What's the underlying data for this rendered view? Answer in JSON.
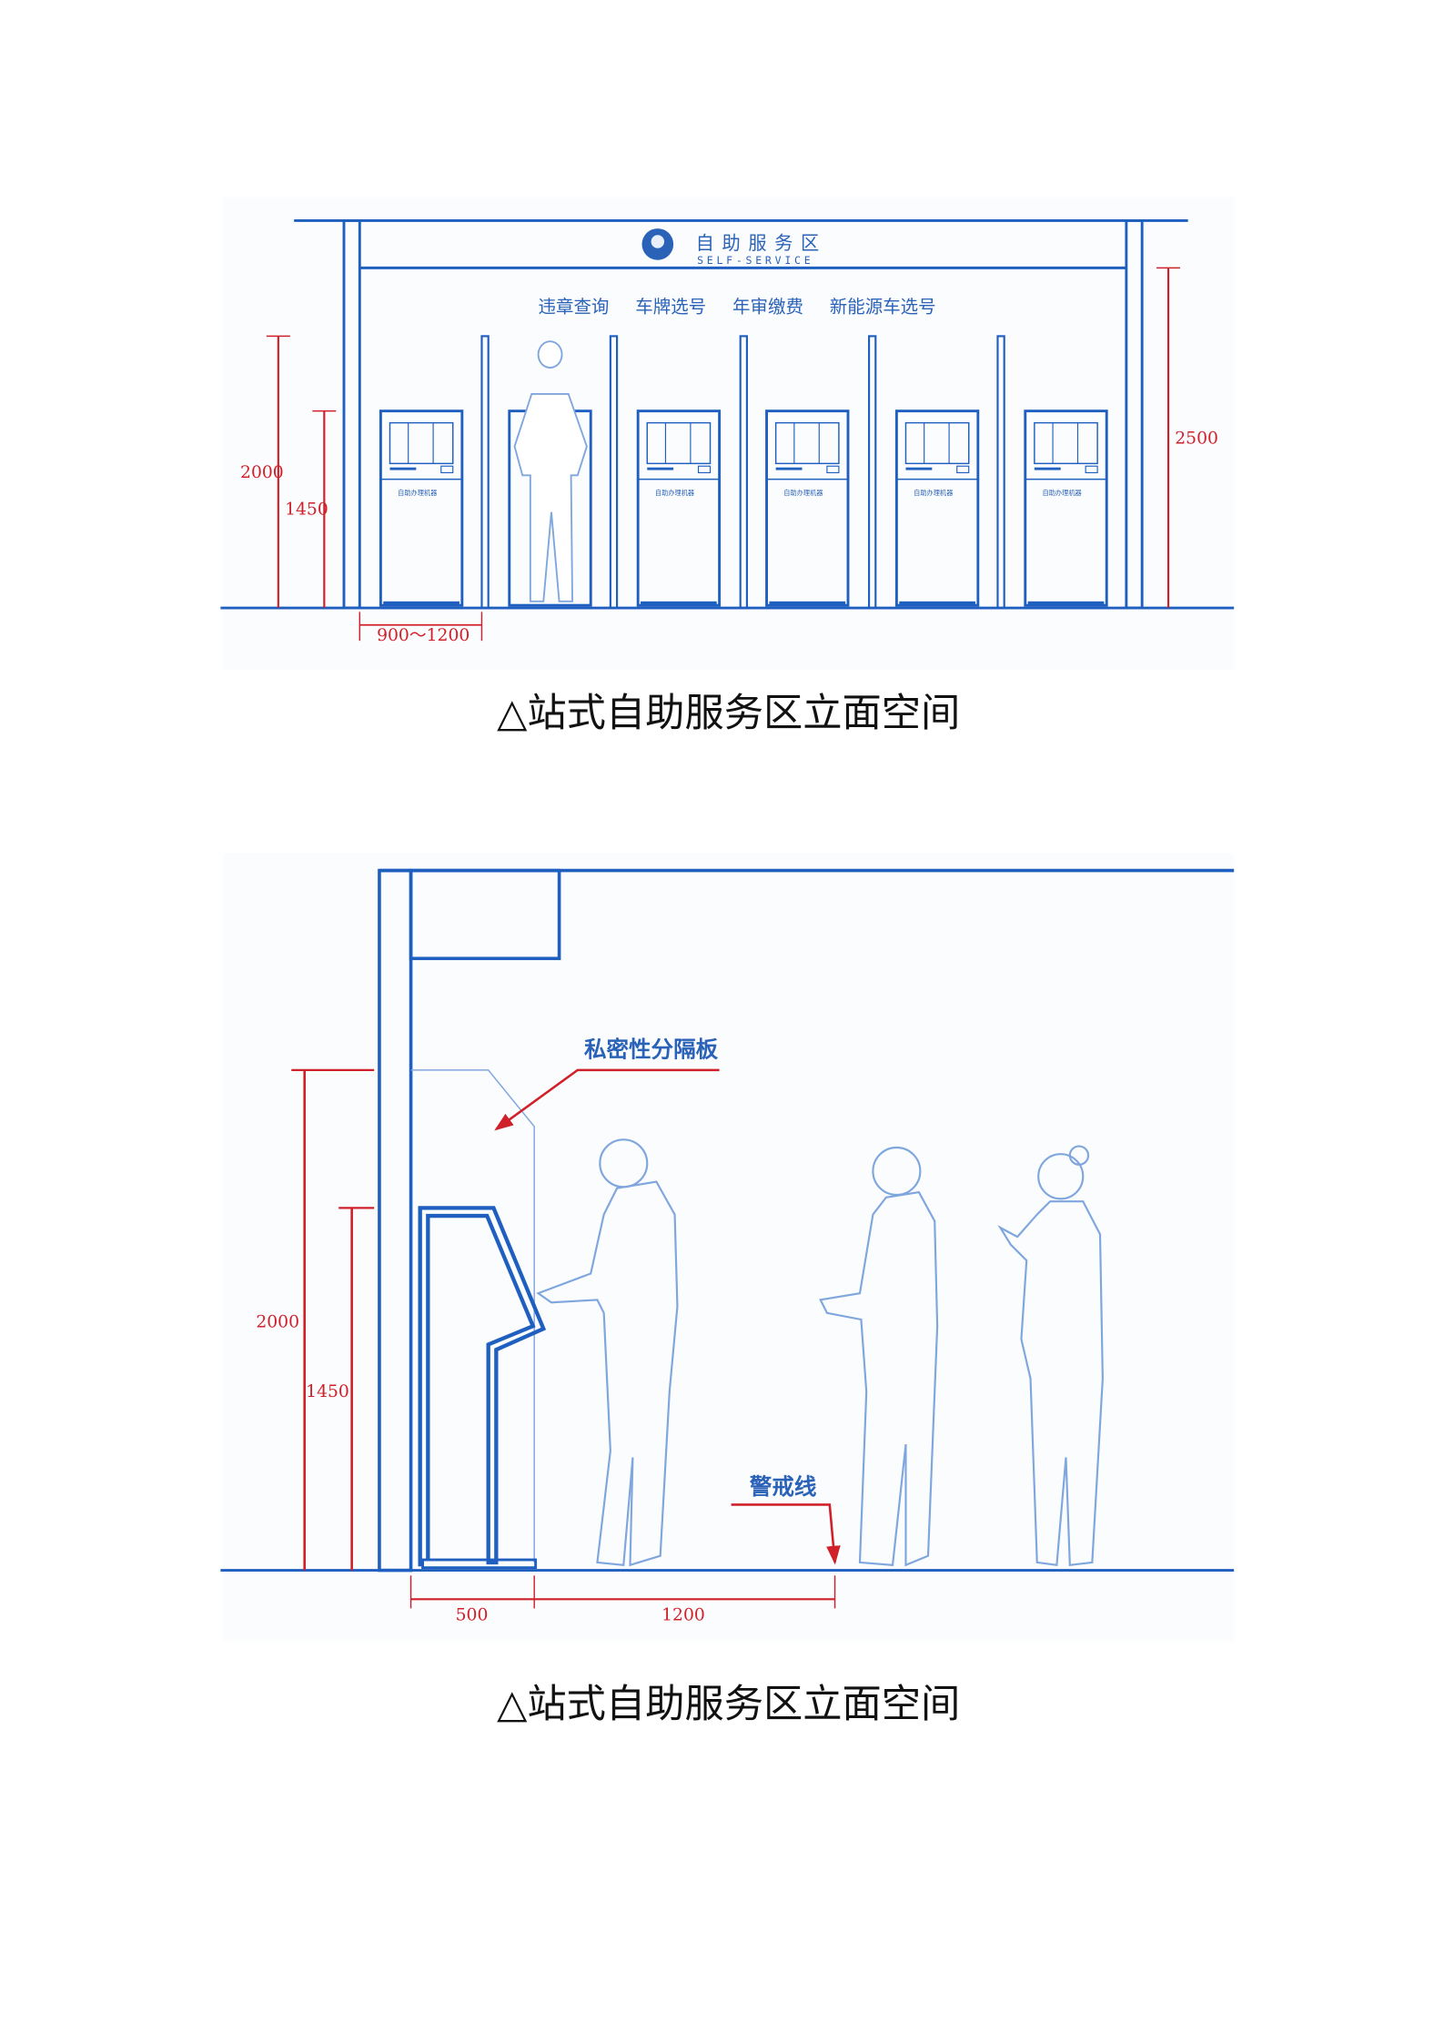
{
  "diagram1": {
    "header_cn": "自助服务区",
    "header_en": "SELF-SERVICE",
    "services": [
      "违章查询",
      "车牌选号",
      "年审缴费",
      "新能源车选号"
    ],
    "kiosk_label": "自助办理机器",
    "dimensions": {
      "height_total": "2000",
      "height_kiosk": "1450",
      "height_ceiling": "2500",
      "width_booth": "900～1200"
    },
    "caption": "△站式自助服务区立面空间"
  },
  "diagram2": {
    "partition_label": "私密性分隔板",
    "warning_line_label": "警戒线",
    "dimensions": {
      "height_total": "2000",
      "height_kiosk": "1450",
      "depth_kiosk": "500",
      "queue_distance": "1200"
    },
    "caption": "△站式自助服务区立面空间"
  },
  "colors": {
    "line": "#1f5fbf",
    "dimension": "#d0202a"
  }
}
